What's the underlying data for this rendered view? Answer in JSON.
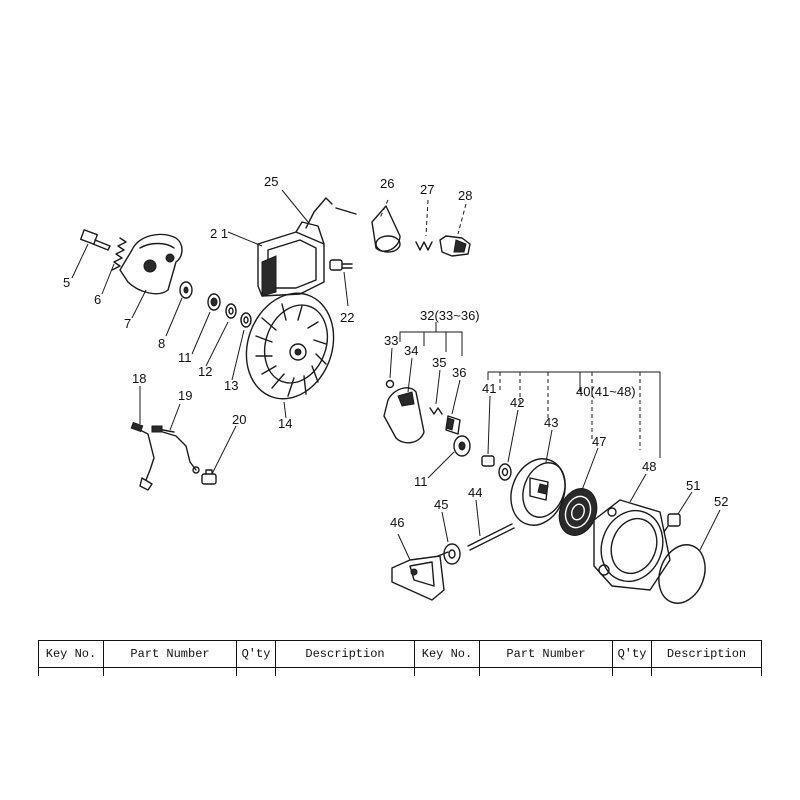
{
  "labels": {
    "k5": "5",
    "k6": "6",
    "k7": "7",
    "k8": "8",
    "k11a": "11",
    "k12": "12",
    "k13": "13",
    "k14": "14",
    "k18": "18",
    "k19": "19",
    "k20": "20",
    "k21": "2 1",
    "k22": "22",
    "k25": "25",
    "k26": "26",
    "k27": "27",
    "k28": "28",
    "k32": "32(33~36)",
    "k33": "33",
    "k34": "34",
    "k35": "35",
    "k36": "36",
    "k11b": "11",
    "k40": "40(41~48)",
    "k41": "41",
    "k42": "42",
    "k43": "43",
    "k44": "44",
    "k45": "45",
    "k46": "46",
    "k47": "47",
    "k48": "48",
    "k51": "51",
    "k52": "52"
  },
  "table": {
    "headers": [
      "Key No.",
      "Part Number",
      "Q'ty",
      "Description",
      "Key No.",
      "Part Number",
      "Q'ty",
      "Description"
    ]
  }
}
